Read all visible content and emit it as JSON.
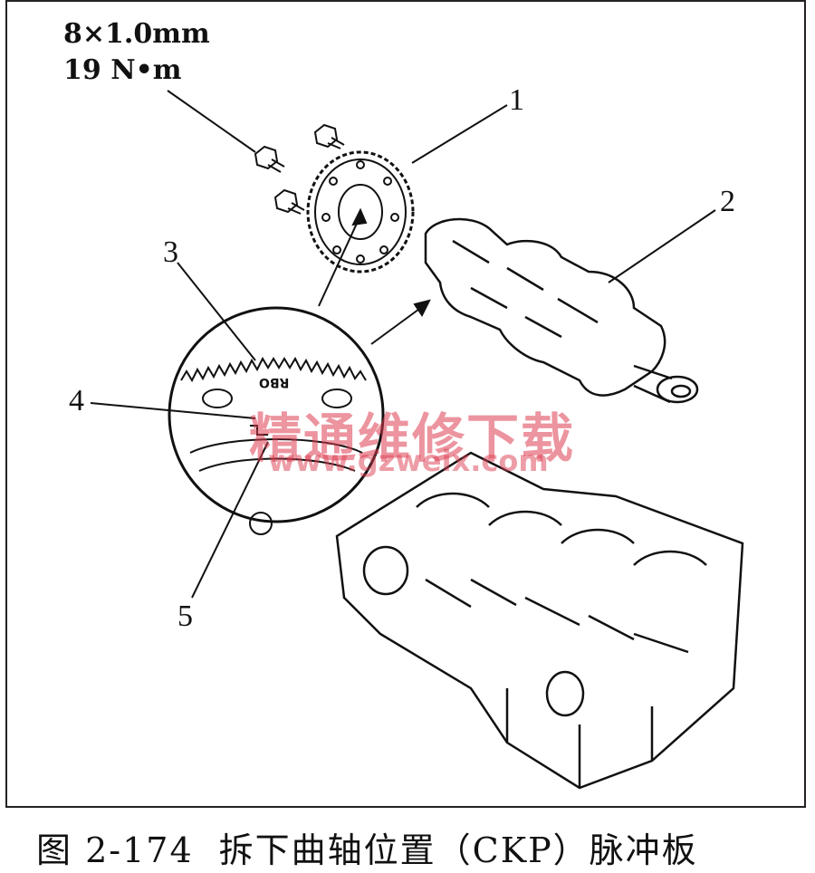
{
  "spec": {
    "thread": "8×1.0mm",
    "torque": "19 N•m"
  },
  "callouts": [
    "1",
    "2",
    "3",
    "4",
    "5"
  ],
  "detail_label": "RBO",
  "watermark": {
    "text": "精通维修下载",
    "url": "www.gzweix.com"
  },
  "caption": {
    "number": "图 2-174",
    "title": "拆下曲轴位置（CKP）脉冲板"
  }
}
